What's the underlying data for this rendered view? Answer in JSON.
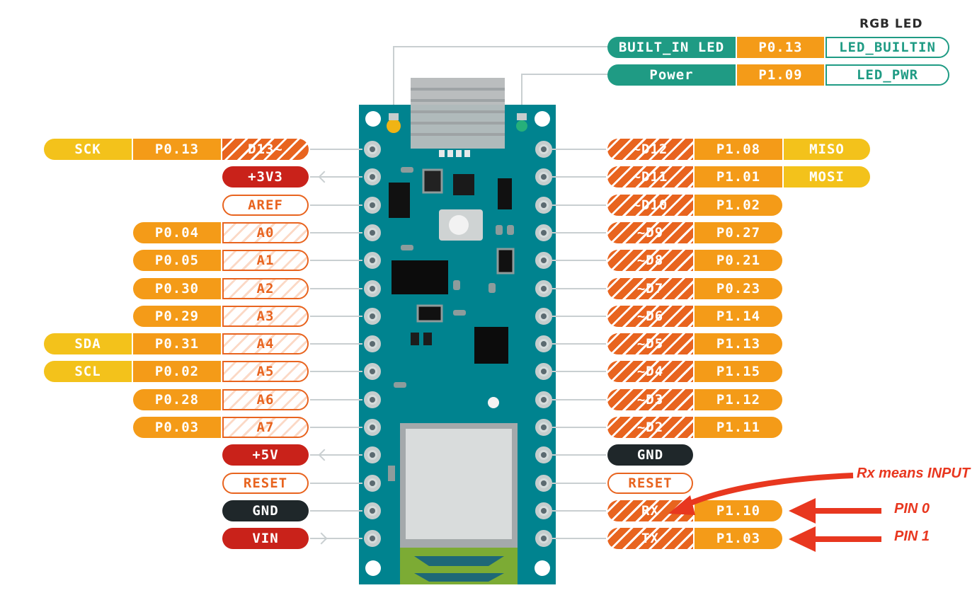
{
  "header": {
    "rgb_led": "RGB LED"
  },
  "top_leds": [
    {
      "name": "BUILT_IN LED",
      "port": "P0.13",
      "constant": "LED_BUILTIN"
    },
    {
      "name": "Power",
      "port": "P1.09",
      "constant": "LED_PWR"
    }
  ],
  "left_pins": [
    {
      "func": "SCK",
      "port": "P0.13",
      "label": "D13~",
      "style": "digital"
    },
    {
      "label": "+3V3",
      "style": "power"
    },
    {
      "label": "AREF",
      "style": "outline"
    },
    {
      "port": "P0.04",
      "label": "A0",
      "style": "analog"
    },
    {
      "port": "P0.05",
      "label": "A1",
      "style": "analog"
    },
    {
      "port": "P0.30",
      "label": "A2",
      "style": "analog"
    },
    {
      "port": "P0.29",
      "label": "A3",
      "style": "analog"
    },
    {
      "func": "SDA",
      "port": "P0.31",
      "label": "A4",
      "style": "analog"
    },
    {
      "func": "SCL",
      "port": "P0.02",
      "label": "A5",
      "style": "analog"
    },
    {
      "port": "P0.28",
      "label": "A6",
      "style": "analog"
    },
    {
      "port": "P0.03",
      "label": "A7",
      "style": "analog"
    },
    {
      "label": "+5V",
      "style": "power"
    },
    {
      "label": "RESET",
      "style": "outline"
    },
    {
      "label": "GND",
      "style": "gnd"
    },
    {
      "label": "VIN",
      "style": "power"
    }
  ],
  "right_pins": [
    {
      "label": "~D12",
      "port": "P1.08",
      "func": "MISO",
      "style": "digital"
    },
    {
      "label": "~D11",
      "port": "P1.01",
      "func": "MOSI",
      "style": "digital"
    },
    {
      "label": "~D10",
      "port": "P1.02",
      "style": "digital"
    },
    {
      "label": "~D9",
      "port": "P0.27",
      "style": "digital"
    },
    {
      "label": "~D8",
      "port": "P0.21",
      "style": "digital"
    },
    {
      "label": "~D7",
      "port": "P0.23",
      "style": "digital"
    },
    {
      "label": "~D6",
      "port": "P1.14",
      "style": "digital"
    },
    {
      "label": "~D5",
      "port": "P1.13",
      "style": "digital"
    },
    {
      "label": "~D4",
      "port": "P1.15",
      "style": "digital"
    },
    {
      "label": "~D3",
      "port": "P1.12",
      "style": "digital"
    },
    {
      "label": "~D2",
      "port": "P1.11",
      "style": "digital"
    },
    {
      "label": "GND",
      "style": "gnd"
    },
    {
      "label": "RESET",
      "style": "outline"
    },
    {
      "label": "RX",
      "port": "P1.10",
      "style": "digital"
    },
    {
      "label": "TX",
      "port": "P1.03",
      "style": "digital"
    }
  ],
  "annotations": {
    "rx_note": "Rx means INPUT",
    "pin0": "PIN 0",
    "pin1": "PIN 1"
  },
  "colors": {
    "func": "#f3c21b",
    "port": "#f49b18",
    "digital": "#e8641f",
    "power": "#c9221a",
    "gnd": "#1f272a",
    "led_name": "#1f9b84",
    "board": "#00838f",
    "annotation": "#e8371f"
  }
}
